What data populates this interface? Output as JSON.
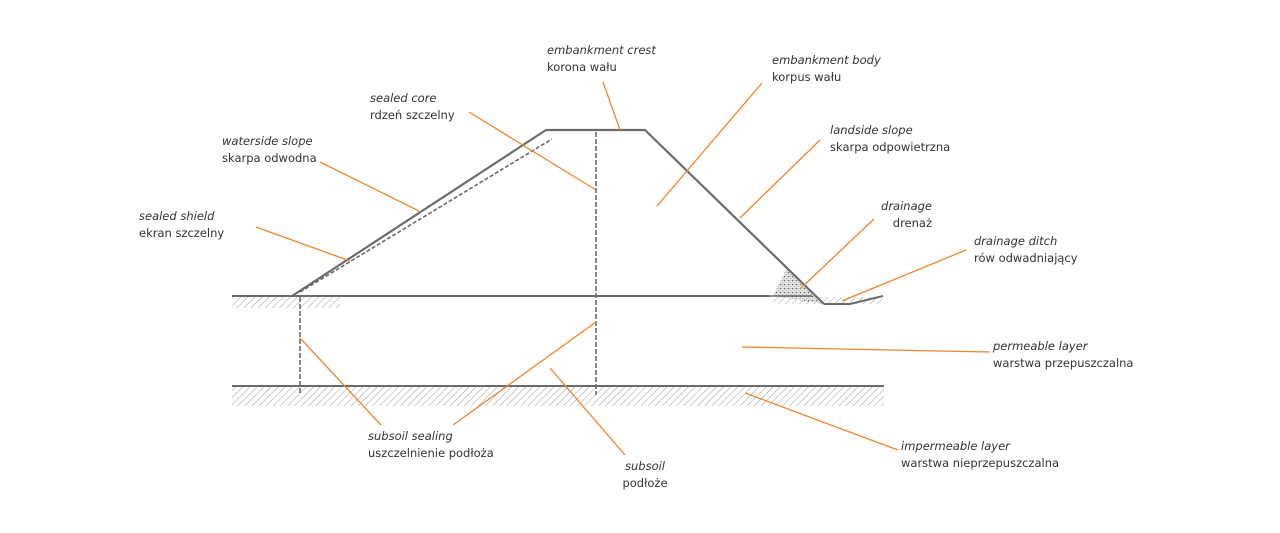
{
  "colors": {
    "structure": "#6b6b6b",
    "leader": "#f0842c",
    "hatch": "#9a9a9a",
    "text": "#333333"
  },
  "labels": {
    "embankment_crest": {
      "en": "embankment crest",
      "pl": "korona wału"
    },
    "embankment_body": {
      "en": "embankment body",
      "pl": "korpus wału"
    },
    "sealed_core": {
      "en": "sealed core",
      "pl": "rdzeń szczelny"
    },
    "waterside_slope": {
      "en": "waterside slope",
      "pl": "skarpa odwodna"
    },
    "landside_slope": {
      "en": "landside slope",
      "pl": "skarpa odpowietrzna"
    },
    "sealed_shield": {
      "en": "sealed shield",
      "pl": "ekran szczelny"
    },
    "drainage": {
      "en": "drainage",
      "pl": "drenaż"
    },
    "drainage_ditch": {
      "en": "drainage ditch",
      "pl": "rów odwadniający"
    },
    "permeable_layer": {
      "en": "permeable layer",
      "pl": "warstwa przepuszczalna"
    },
    "impermeable_layer": {
      "en": "impermeable layer",
      "pl": "warstwa nieprzepuszczalna"
    },
    "subsoil_sealing": {
      "en": "subsoil sealing",
      "pl": "uszczelnienie podłoża"
    },
    "subsoil": {
      "en": "subsoil",
      "pl": "podłoże"
    }
  }
}
